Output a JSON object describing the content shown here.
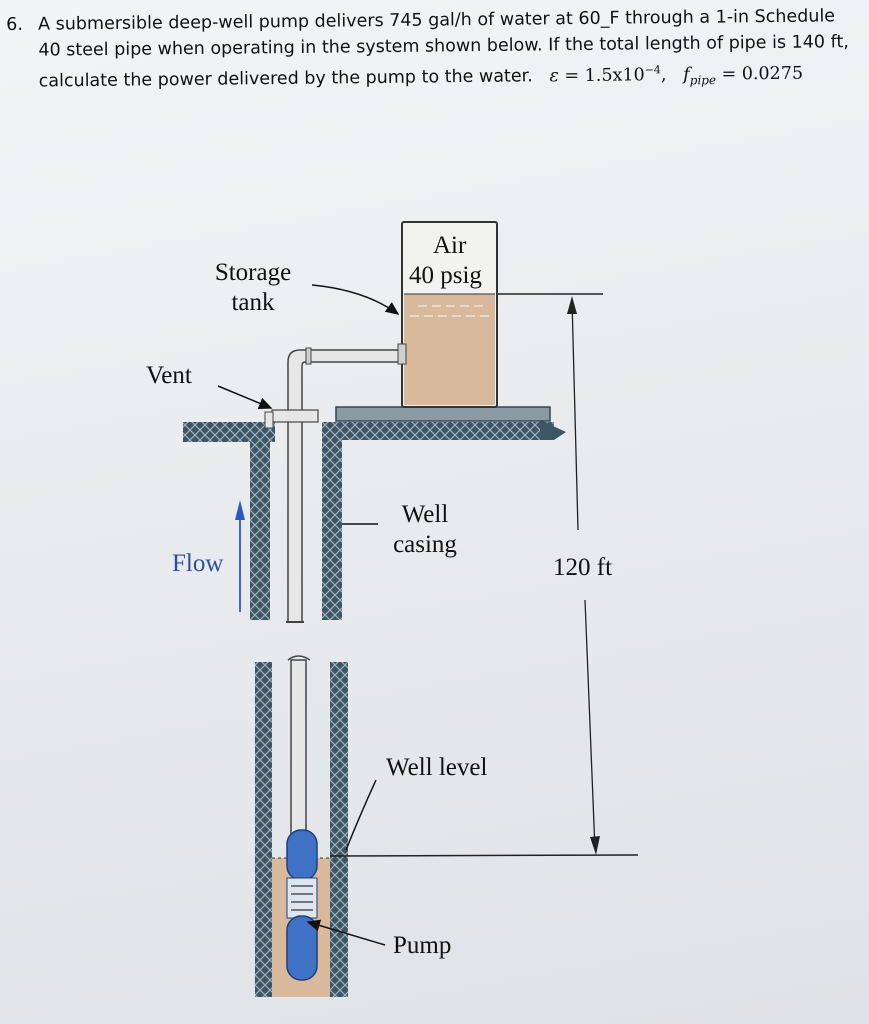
{
  "problem": {
    "number": "6.",
    "line1": "A submersible deep-well pump delivers 745 gal/h of water at 60_F through a 1-in Schedule",
    "line2": "40 steel pipe when operating in the system shown below.  If the total length of pipe is 140 ft,",
    "line3_text": "calculate the power delivered by the pump to the water.",
    "epsilon_symbol": "ε",
    "equals": "=",
    "epsilon_value": "1.5x10",
    "epsilon_exponent": "−4",
    "comma": ",",
    "f_symbol": "f",
    "f_subscript": "pipe",
    "f_value": "0.0275"
  },
  "diagram": {
    "labels": {
      "air": "Air",
      "pressure": "40 psig",
      "storage_line1": "Storage",
      "storage_line2": "tank",
      "vent": "Vent",
      "well_casing_line1": "Well",
      "well_casing_line2": "casing",
      "flow": "Flow",
      "height": "120 ft",
      "well_level": "Well level",
      "pump": "Pump"
    },
    "colors": {
      "water": "#d8b99c",
      "pipe": "#e6e6e6",
      "casing": "#3e5563",
      "pump": "#3f72c4",
      "flow_arrow": "#2a5ac0"
    }
  }
}
